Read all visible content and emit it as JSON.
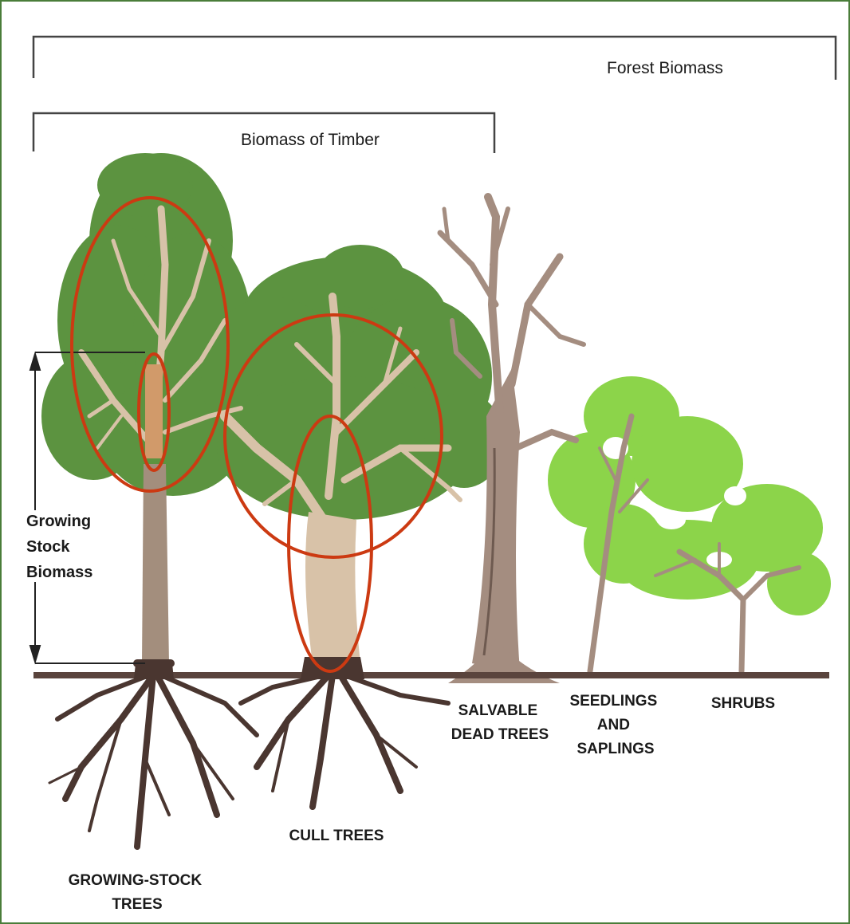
{
  "labels": {
    "forest_biomass": "Forest Biomass",
    "biomass_of_timber": "Biomass of Timber",
    "growing_stock_biomass": [
      "Growing",
      "Stock",
      "Biomass"
    ],
    "growing_stock_trees": [
      "GROWING-STOCK",
      "TREES"
    ],
    "cull_trees": "CULL TREES",
    "salvable_dead_trees": [
      "SALVABLE",
      "DEAD TREES"
    ],
    "seedlings_and_saplings": [
      "SEEDLINGS",
      "AND",
      "SAPLINGS"
    ],
    "shrubs": "SHRUBS"
  },
  "colors": {
    "dark_green": "#5c9340",
    "light_green": "#8cd44a",
    "trunk_brown": "#a38e7d",
    "branch_tan": "#d8c2a8",
    "dead_wood": "#a48d80",
    "root_dark": "#4a3630",
    "circle_red": "#cc3a12",
    "highlight_orange": "#d19a6a",
    "frame_green": "#4a7d3a"
  }
}
